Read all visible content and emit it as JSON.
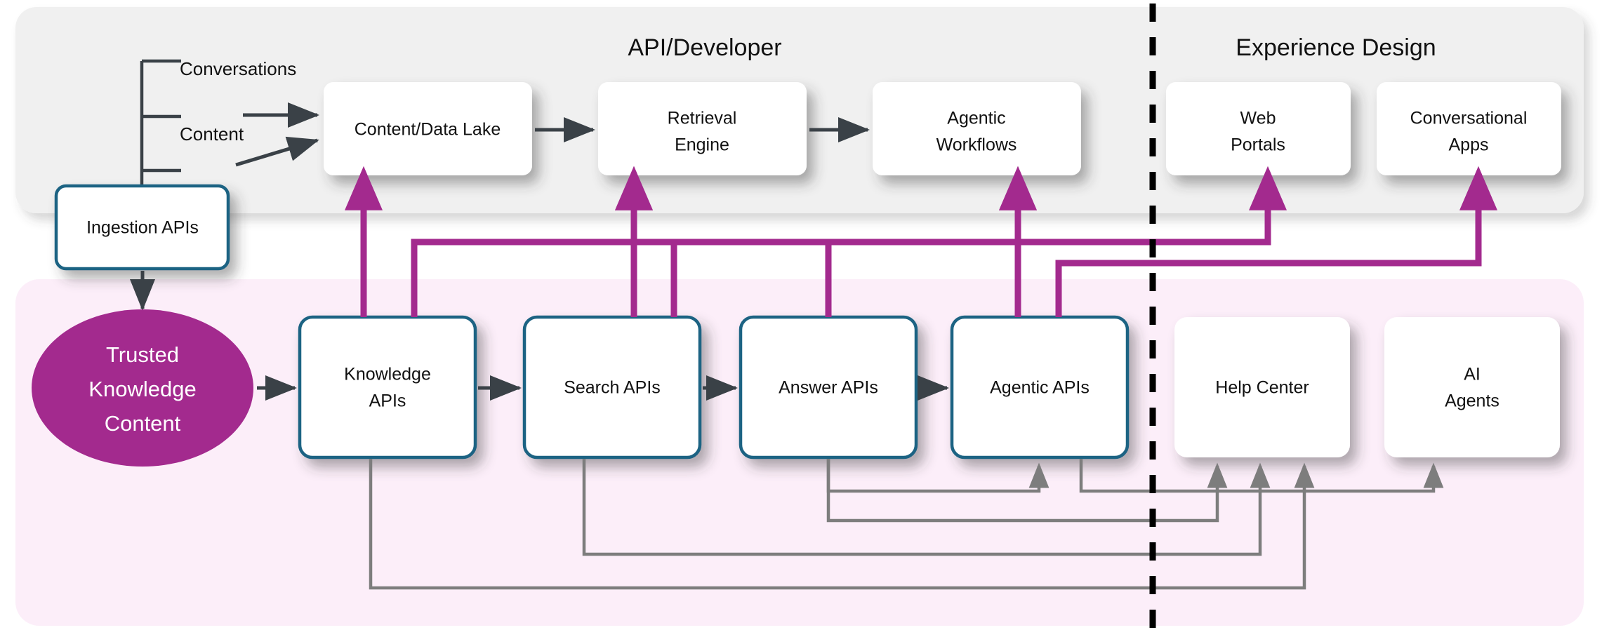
{
  "diagram": {
    "title_api_developer": "API/Developer",
    "title_experience_design": "Experience Design",
    "colors": {
      "magenta": "#A32A8E",
      "teal_border": "#1F6383",
      "gray_panel": "#F0F0F0",
      "pink_panel": "#FCEEF9",
      "arrow_dark": "#3A4147",
      "arrow_gray": "#7D7D7D",
      "divider": "#000000",
      "node_fill": "#FFFFFF"
    },
    "panels": [
      {
        "id": "top-panel",
        "label": "API/Developer",
        "fill": "#F0F0F0"
      },
      {
        "id": "bottom-panel",
        "label": "",
        "fill": "#FCEEF9"
      }
    ],
    "sources": [
      {
        "id": "conversations",
        "label": "Conversations"
      },
      {
        "id": "content",
        "label": "Content"
      }
    ],
    "nodes": {
      "ingestion_apis": "Ingestion APIs",
      "trusted_knowledge_content": "Trusted Knowledge Content",
      "trusted_line1": "Trusted",
      "trusted_line2": "Knowledge",
      "trusted_line3": "Content",
      "content_data_lake": "Content/Data Lake",
      "retrieval_engine_line1": "Retrieval",
      "retrieval_engine_line2": "Engine",
      "agentic_workflows_line1": "Agentic",
      "agentic_workflows_line2": "Workflows",
      "web_portals_line1": "Web",
      "web_portals_line2": "Portals",
      "conversational_apps_line1": "Conversational",
      "conversational_apps_line2": "Apps",
      "knowledge_apis_line1": "Knowledge",
      "knowledge_apis_line2": "APIs",
      "search_apis": "Search APIs",
      "answer_apis": "Answer APIs",
      "agentic_apis": "Agentic APIs",
      "help_center": "Help Center",
      "ai_agents_line1": "AI",
      "ai_agents_line2": "Agents"
    }
  }
}
